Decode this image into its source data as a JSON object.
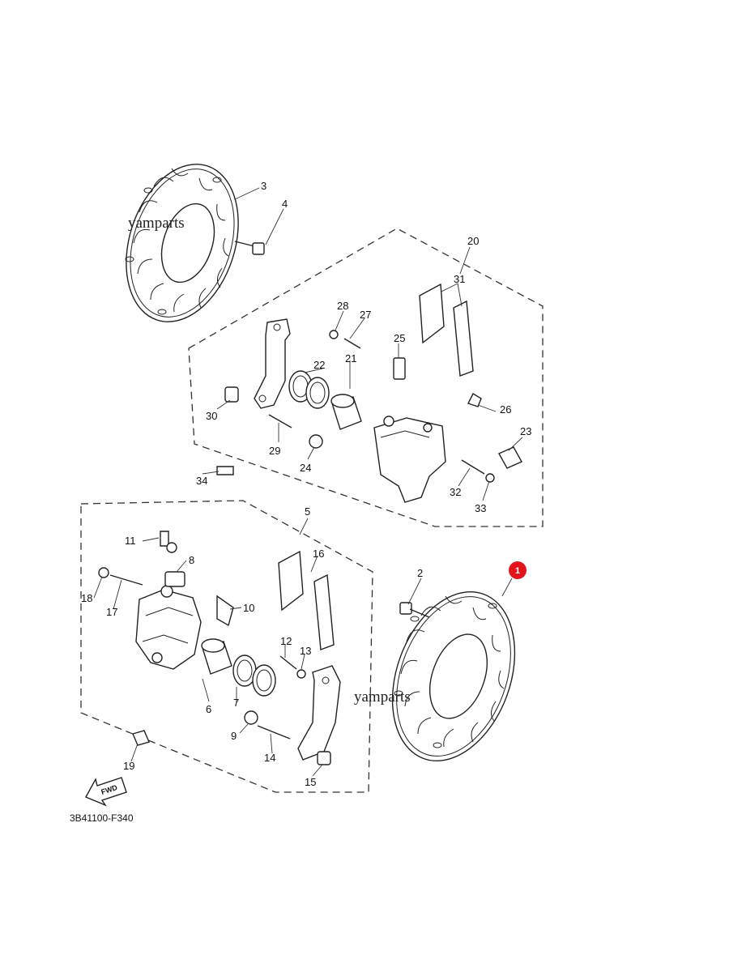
{
  "watermarks": [
    "yamparts",
    "yamparts"
  ],
  "diagram_code": "3B41100-F340",
  "fwd_label": "FWD",
  "highlight_badge": "1",
  "callouts": {
    "n1": "1",
    "n2": "2",
    "n3": "3",
    "n4": "4",
    "n5": "5",
    "n6": "6",
    "n7": "7",
    "n8": "8",
    "n9": "9",
    "n10": "10",
    "n11": "11",
    "n12": "12",
    "n13": "13",
    "n14": "14",
    "n15": "15",
    "n16": "16",
    "n17": "17",
    "n18": "18",
    "n19": "19",
    "n20": "20",
    "n21": "21",
    "n22": "22",
    "n23": "23",
    "n24": "24",
    "n25": "25",
    "n26": "26",
    "n27": "27",
    "n28": "28",
    "n29": "29",
    "n30": "30",
    "n31": "31",
    "n32": "32",
    "n33": "33",
    "n34": "34"
  },
  "colors": {
    "badge": "#e3141b",
    "line": "#222222"
  }
}
